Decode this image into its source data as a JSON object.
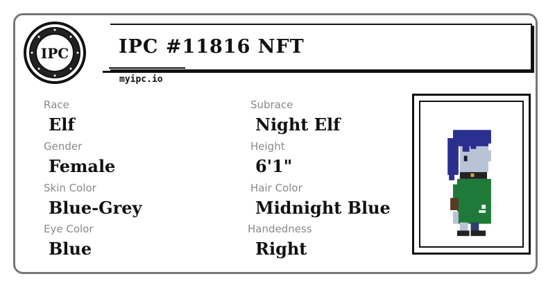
{
  "title": "IPC #11816 NFT",
  "site": "myipc.io",
  "logo_text": "IPC",
  "attributes": [
    {
      "label": "Race",
      "value": "Elf"
    },
    {
      "label": "Subrace",
      "value": "Night Elf"
    },
    {
      "label": "Gender",
      "value": "Female"
    },
    {
      "label": "Height",
      "value": "6'1\""
    },
    {
      "label": "Skin Color",
      "value": "Blue-Grey"
    },
    {
      "label": "Hair Color",
      "value": "Midnight Blue"
    },
    {
      "label": "Eye Color",
      "value": "Blue"
    },
    {
      "label": "Handedness",
      "value": "Right"
    }
  ],
  "colors": {
    "card_border": "#777777",
    "label": "#888888",
    "text": "#111111",
    "hair": "#2b2f8f",
    "skin": "#b9c3d6",
    "cloak": "#1f7a3a"
  }
}
